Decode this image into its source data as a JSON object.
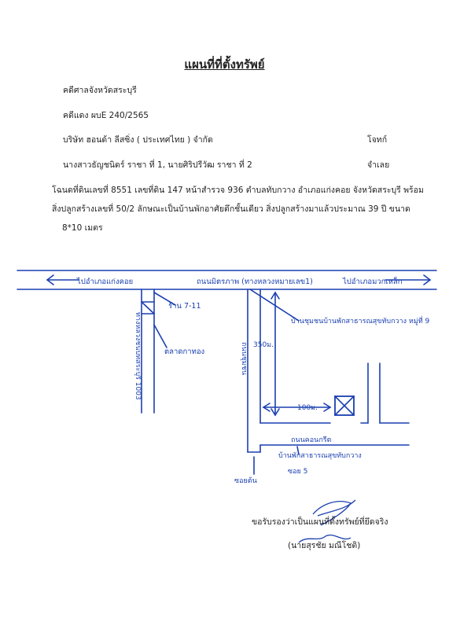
{
  "doc": {
    "title": "แผนที่ที่ตั้งทรัพย์",
    "court": "คดีศาลจังหวัดสระบุรี",
    "case_no": "คดีแดง ผบE 240/2565",
    "plaintiff": "บริษัท ฮอนด้า ลีสซิ่ง ( ประเทศไทย ) จำกัด",
    "plaintiff_role": "โจทก์",
    "defendants": "นางสาวธัญชนิดร์ ราชา ที่ 1, นายศิริปรีวัฒ ราชา  ที่ 2",
    "defendant_role": "จำเลย",
    "desc_line1": "โฉนดที่ดินเลขที่ 8551 เลขที่ดิน 147 หน้าสำรวจ 936 ตำบลทับกวาง อำเภอแก่งคอย จังหวัดสระบุรี พร้อม",
    "desc_line2": "สิ่งปลูกสร้างเลขที่ 50/2  ลักษณะเป็นบ้านพักอาศัยตึกชั้นเดียว สิ่งปลูกสร้างมาแล้วประมาณ 39 ปี  ขนาด",
    "desc_line3": "8*10 เมตร",
    "certify": "ขอรับรองว่าเป็นแผนที่ตั้งทรัพย์ที่ยึดจริง",
    "signer": "(นายสุรชัย มณีโชติ)"
  },
  "map": {
    "to_kaengkhoi": "ไปอำเภอแก่งคอย",
    "main_road": "ถนนมิตรภาพ (ทางหลวงหมายเลข1)",
    "to_muaklek": "ไปอำเภอมวกเหล็ก",
    "seven_eleven": "ร้าน 7-11",
    "highway_side": "ทางหลวงชนบทสระบุรี 1003",
    "market": "ตลาดกาทอง",
    "health_office": "บ้านชุมชนบ้านพักสาธารณสุขทับกวาง หมู่ที่ 9",
    "dist_350": "350ม.",
    "village_road": "ถนนชุมชน",
    "dist_100": "100ม.",
    "concrete_road": "ถนนคอนกรีต",
    "tubkwang_house": "บ้านพักสาธารณสุขทับกวาง",
    "soi5": "ซอย 5",
    "soi_ton": "ซอยต้น"
  }
}
